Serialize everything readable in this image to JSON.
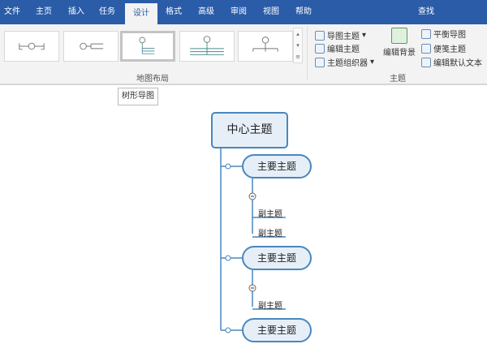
{
  "tabs": [
    {
      "label": "文件"
    },
    {
      "label": "主页"
    },
    {
      "label": "插入"
    },
    {
      "label": "任务"
    },
    {
      "label": "设计",
      "active": true
    },
    {
      "label": "格式"
    },
    {
      "label": "高级"
    },
    {
      "label": "审阅"
    },
    {
      "label": "视图"
    },
    {
      "label": "帮助"
    }
  ],
  "search_label": "查找",
  "ribbon": {
    "layout_group": "地图布局",
    "layout_selected_index": 2,
    "theme_group": "主题",
    "theme_buttons": {
      "map_theme": "导图主题",
      "edit_theme": "编辑主题",
      "theme_organizer": "主题组织器",
      "edit_background": "编辑背景",
      "balance_map": "平衡导图",
      "sticky_theme": "便笺主题",
      "edit_default_text": "编辑默认文本"
    }
  },
  "tooltip": "树形导图",
  "map": {
    "central": "中心主题",
    "main_topics": [
      {
        "label": "主要主题"
      },
      {
        "label": "主要主题"
      },
      {
        "label": "主要主题"
      }
    ],
    "sub_topics": [
      {
        "label": "副主题"
      },
      {
        "label": "副主题"
      },
      {
        "label": "副主题"
      }
    ]
  },
  "colors": {
    "tab_bar": "#2a5ca8",
    "node_border": "#4a87bd",
    "node_fill": "#e6eff8"
  }
}
